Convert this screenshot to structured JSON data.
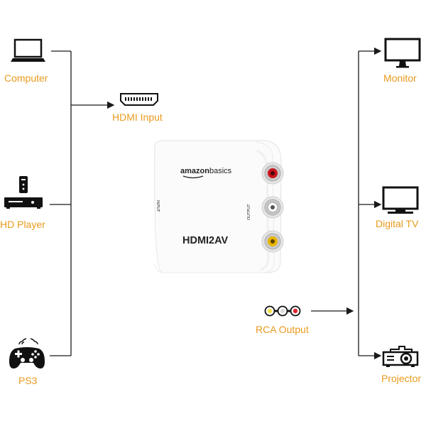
{
  "colors": {
    "label": "#e99a1e",
    "line": "#1a1a1a",
    "device": "#ffffff",
    "red": "#c8141e",
    "yellow": "#e8b400"
  },
  "inputs": [
    {
      "label": "Computer",
      "icon": "laptop-icon"
    },
    {
      "label": "HD Player",
      "icon": "dvd-player-icon"
    },
    {
      "label": "PS3",
      "icon": "gamepad-icon"
    }
  ],
  "outputs": [
    {
      "label": "Monitor",
      "icon": "monitor-icon"
    },
    {
      "label": "Digital TV",
      "icon": "tv-icon"
    },
    {
      "label": "Projector",
      "icon": "projector-icon"
    }
  ],
  "connectors": {
    "hdmi_input": "HDMI Input",
    "rca_output": "RCA Output"
  },
  "device": {
    "brand_prefix": "amazon",
    "brand_suffix": "basics",
    "model": "HDMI2AV",
    "input_label": "INPUT",
    "output_label": "OUTPUT"
  }
}
